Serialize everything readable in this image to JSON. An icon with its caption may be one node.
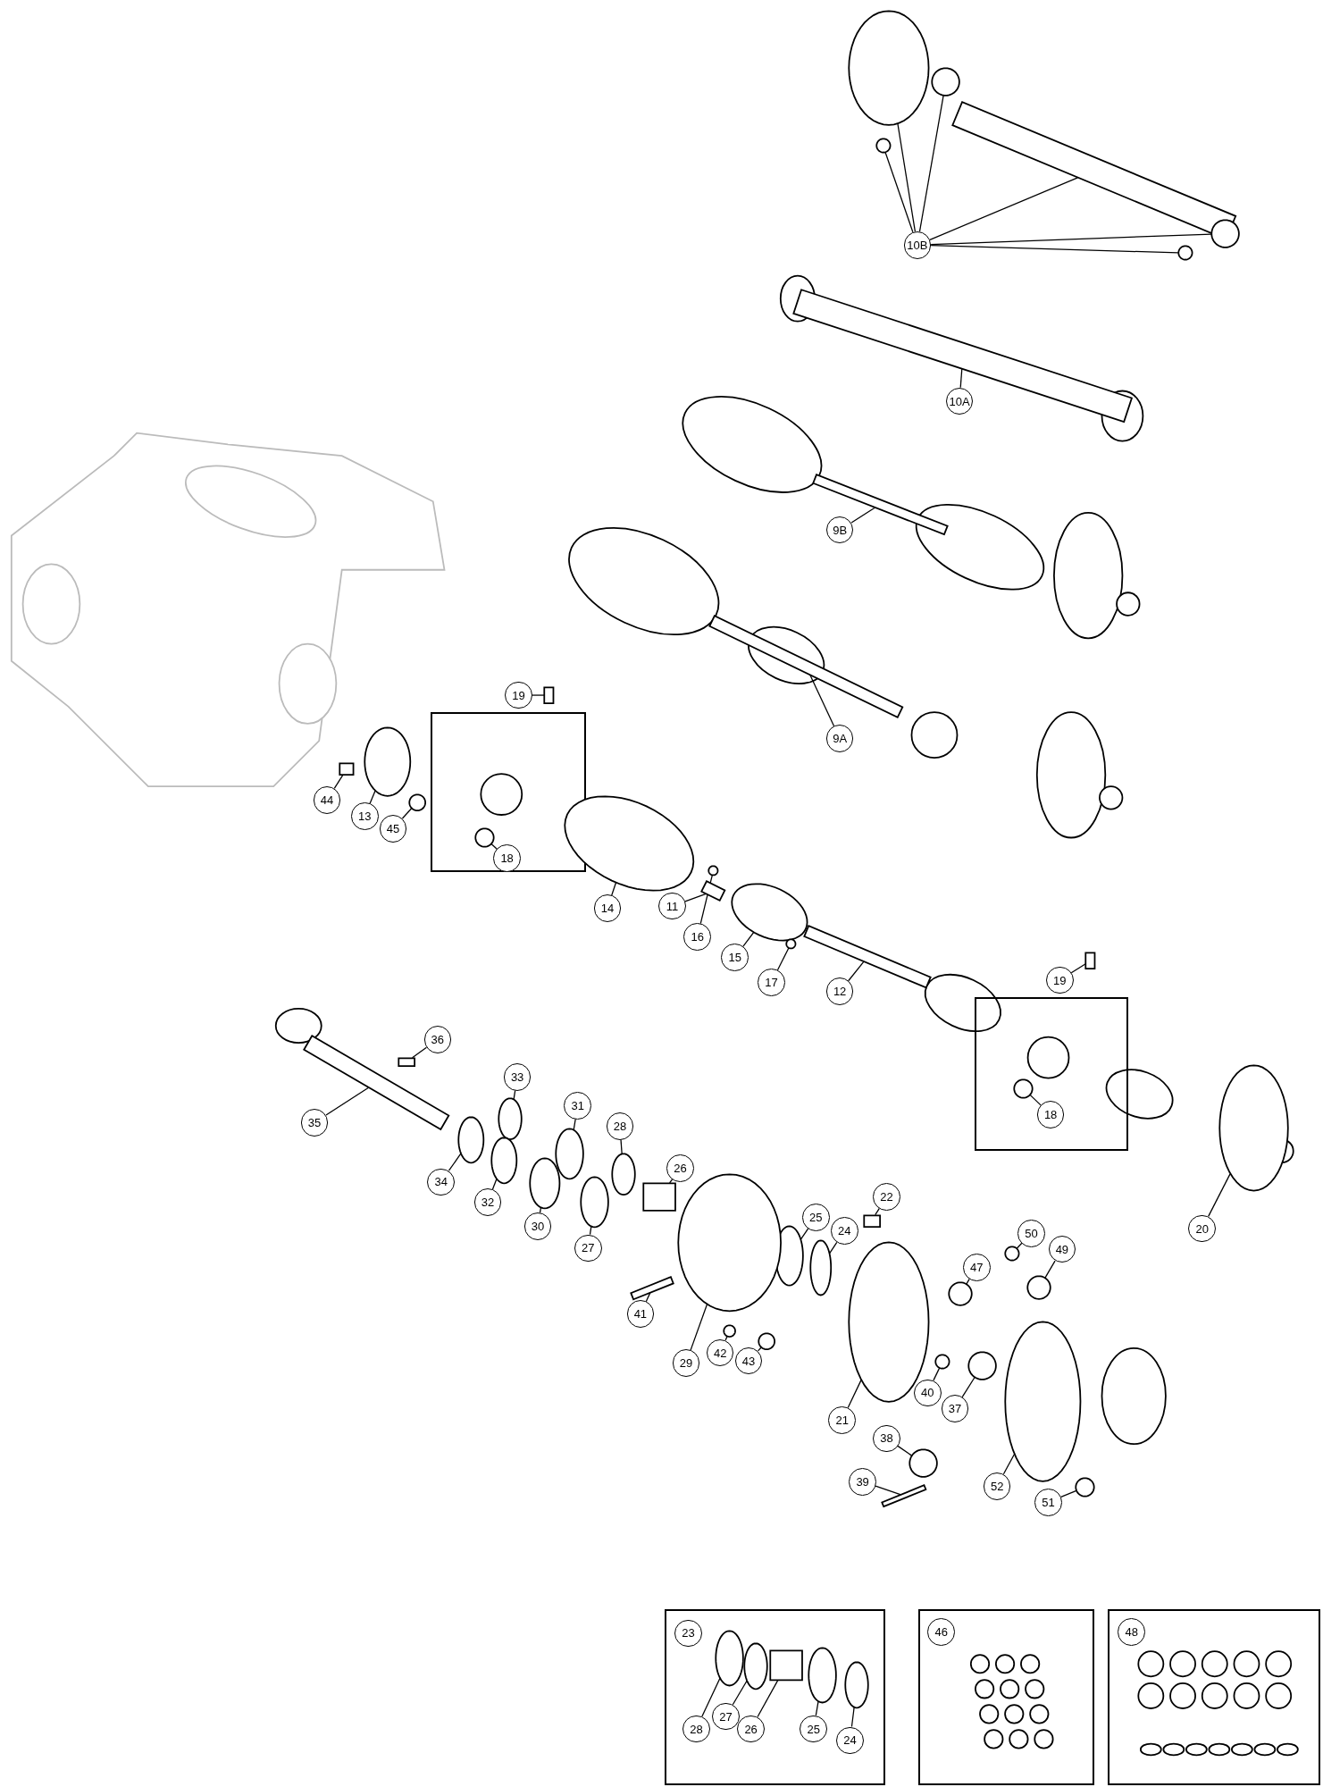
{
  "diagram": {
    "nodes": [
      {
        "text": [
          "10B"
        ]
      },
      {
        "text": [
          "10A"
        ]
      },
      {
        "text": [
          "9B"
        ]
      },
      {
        "text": [
          "9A"
        ]
      },
      {
        "text": [
          "19"
        ]
      },
      {
        "text": [
          "44"
        ]
      },
      {
        "text": [
          "13"
        ]
      },
      {
        "text": [
          "45"
        ]
      },
      {
        "text": [],
        "shape": "box"
      },
      {
        "text": [
          "18"
        ],
        "in": 8
      },
      {
        "text": [
          "14"
        ]
      },
      {
        "text": [
          "11"
        ]
      },
      {
        "text": [
          "16"
        ]
      },
      {
        "text": [
          "15"
        ]
      },
      {
        "text": [
          "17"
        ]
      },
      {
        "text": [
          "12"
        ]
      },
      {
        "text": [
          "19"
        ]
      },
      {
        "text": [],
        "shape": "box"
      },
      {
        "text": [
          "18"
        ],
        "in": 17
      },
      {
        "text": [
          "36"
        ]
      },
      {
        "text": [
          "33"
        ]
      },
      {
        "text": [
          "35"
        ]
      },
      {
        "text": [
          "31"
        ]
      },
      {
        "text": [
          "28"
        ]
      },
      {
        "text": [
          "34"
        ]
      },
      {
        "text": [
          "32"
        ]
      },
      {
        "text": [
          "26"
        ]
      },
      {
        "text": [
          "30"
        ]
      },
      {
        "text": [
          "27"
        ]
      },
      {
        "text": [
          "20"
        ]
      },
      {
        "text": [
          "25"
        ]
      },
      {
        "text": [
          "24"
        ]
      },
      {
        "text": [
          "22"
        ]
      },
      {
        "text": [
          "50"
        ]
      },
      {
        "text": [
          "49"
        ]
      },
      {
        "text": [
          "47"
        ]
      },
      {
        "text": [
          "41"
        ]
      },
      {
        "text": [
          "29"
        ]
      },
      {
        "text": [
          "42"
        ]
      },
      {
        "text": [
          "43"
        ]
      },
      {
        "text": [
          "40"
        ]
      },
      {
        "text": [
          "37"
        ]
      },
      {
        "text": [
          "21"
        ]
      },
      {
        "text": [
          "38"
        ]
      },
      {
        "text": [
          "39"
        ]
      },
      {
        "text": [
          "52"
        ]
      },
      {
        "text": [
          "51"
        ]
      },
      {
        "text": [],
        "shape": "box"
      },
      {
        "text": [
          "23"
        ],
        "in": 47
      },
      {
        "text": [
          "28"
        ],
        "in": 47
      },
      {
        "text": [
          "27"
        ],
        "in": 47
      },
      {
        "text": [
          "26"
        ],
        "in": 47
      },
      {
        "text": [
          "25"
        ],
        "in": 47
      },
      {
        "text": [
          "24"
        ],
        "in": 47
      },
      {
        "text": [],
        "shape": "box"
      },
      {
        "text": [
          "46"
        ],
        "in": 54
      },
      {
        "text": [],
        "shape": "box"
      },
      {
        "text": [
          "48"
        ],
        "in": 56
      },
      {
        "text": [],
        "shape": "circle"
      },
      {
        "text": [],
        "shape": "circle"
      },
      {
        "text": [],
        "shape": "ellipse"
      },
      {
        "text": [],
        "shape": "bar"
      },
      {
        "text": [],
        "shape": "circle"
      },
      {
        "text": [],
        "shape": "circle"
      },
      {
        "text": [],
        "shape": "bar"
      },
      {
        "text": [],
        "shape": "bar"
      },
      {
        "text": [],
        "shape": "bar"
      },
      {
        "text": [],
        "shape": "box"
      },
      {
        "text": [],
        "shape": "box"
      },
      {
        "text": [],
        "shape": "ellipse"
      },
      {
        "text": [],
        "shape": "circle"
      },
      {
        "text": [],
        "shape": "circle",
        "in": 8
      },
      {
        "text": [],
        "shape": "ellipse"
      },
      {
        "text": [],
        "shape": "bar"
      },
      {
        "text": [],
        "shape": "circle"
      },
      {
        "text": [],
        "shape": "ellipse"
      },
      {
        "text": [],
        "shape": "circle"
      },
      {
        "text": [],
        "shape": "bar"
      },
      {
        "text": [],
        "shape": "box"
      },
      {
        "text": [],
        "shape": "circle",
        "in": 17
      },
      {
        "text": [],
        "shape": "box"
      },
      {
        "text": [],
        "shape": "ellipse"
      },
      {
        "text": [],
        "shape": "bar"
      },
      {
        "text": [],
        "shape": "ellipse"
      },
      {
        "text": [],
        "shape": "ellipse"
      },
      {
        "text": [],
        "shape": "ellipse"
      },
      {
        "text": [],
        "shape": "ellipse"
      },
      {
        "text": [],
        "shape": "box"
      },
      {
        "text": [],
        "shape": "ellipse"
      },
      {
        "text": [],
        "shape": "ellipse"
      },
      {
        "text": [],
        "shape": "ellipse"
      },
      {
        "text": [],
        "shape": "ellipse"
      },
      {
        "text": [],
        "shape": "ellipse"
      },
      {
        "text": [],
        "shape": "box"
      },
      {
        "text": [],
        "shape": "circle"
      },
      {
        "text": [],
        "shape": "circle"
      },
      {
        "text": [],
        "shape": "circle"
      },
      {
        "text": [],
        "shape": "bar"
      },
      {
        "text": [],
        "shape": "ellipse"
      },
      {
        "text": [],
        "shape": "circle"
      },
      {
        "text": [],
        "shape": "circle"
      },
      {
        "text": [],
        "shape": "circle"
      },
      {
        "text": [],
        "shape": "circle"
      },
      {
        "text": [],
        "shape": "ellipse"
      },
      {
        "text": [],
        "shape": "circle"
      },
      {
        "text": [],
        "shape": "bar"
      },
      {
        "text": [],
        "shape": "ellipse"
      },
      {
        "text": [],
        "shape": "circle"
      },
      {
        "text": [],
        "shape": "ellipse",
        "in": 47
      },
      {
        "text": [],
        "shape": "ellipse",
        "in": 47
      },
      {
        "text": [],
        "shape": "box",
        "in": 47
      },
      {
        "text": [],
        "shape": "ellipse",
        "in": 47
      },
      {
        "text": [],
        "shape": "ellipse",
        "in": 47
      }
    ],
    "edges": [
      {
        "from": 0,
        "to": 58,
        "arrow": "none"
      },
      {
        "from": 0,
        "to": 59,
        "arrow": "none"
      },
      {
        "from": 0,
        "to": 60,
        "arrow": "none"
      },
      {
        "from": 0,
        "to": 61,
        "arrow": "none"
      },
      {
        "from": 0,
        "to": 62,
        "arrow": "none"
      },
      {
        "from": 0,
        "to": 63,
        "arrow": "none"
      },
      {
        "from": 1,
        "to": 64,
        "arrow": "none"
      },
      {
        "from": 2,
        "to": 65,
        "arrow": "none"
      },
      {
        "from": 3,
        "to": 66,
        "arrow": "none"
      },
      {
        "from": 4,
        "to": 67,
        "arrow": "none"
      },
      {
        "from": 5,
        "to": 68,
        "arrow": "none"
      },
      {
        "from": 6,
        "to": 69,
        "arrow": "none"
      },
      {
        "from": 7,
        "to": 70,
        "arrow": "none"
      },
      {
        "from": 9,
        "to": 71,
        "arrow": "none"
      },
      {
        "from": 10,
        "to": 72,
        "arrow": "none"
      },
      {
        "from": 11,
        "to": 73,
        "arrow": "none"
      },
      {
        "from": 12,
        "to": 74,
        "arrow": "none"
      },
      {
        "from": 13,
        "to": 75,
        "arrow": "none"
      },
      {
        "from": 14,
        "to": 76,
        "arrow": "none"
      },
      {
        "from": 15,
        "to": 77,
        "arrow": "none"
      },
      {
        "from": 16,
        "to": 78,
        "arrow": "none"
      },
      {
        "from": 18,
        "to": 79,
        "arrow": "none"
      },
      {
        "from": 19,
        "to": 80,
        "arrow": "none"
      },
      {
        "from": 20,
        "to": 81,
        "arrow": "none"
      },
      {
        "from": 21,
        "to": 82,
        "arrow": "none"
      },
      {
        "from": 22,
        "to": 83,
        "arrow": "none"
      },
      {
        "from": 23,
        "to": 84,
        "arrow": "none"
      },
      {
        "from": 24,
        "to": 85,
        "arrow": "none"
      },
      {
        "from": 25,
        "to": 86,
        "arrow": "none"
      },
      {
        "from": 26,
        "to": 87,
        "arrow": "none"
      },
      {
        "from": 27,
        "to": 88,
        "arrow": "none"
      },
      {
        "from": 28,
        "to": 89,
        "arrow": "none"
      },
      {
        "from": 29,
        "to": 90,
        "arrow": "none"
      },
      {
        "from": 30,
        "to": 91,
        "arrow": "none"
      },
      {
        "from": 31,
        "to": 92,
        "arrow": "none"
      },
      {
        "from": 32,
        "to": 93,
        "arrow": "none"
      },
      {
        "from": 33,
        "to": 94,
        "arrow": "none"
      },
      {
        "from": 34,
        "to": 95,
        "arrow": "none"
      },
      {
        "from": 35,
        "to": 96,
        "arrow": "none"
      },
      {
        "from": 36,
        "to": 97,
        "arrow": "none"
      },
      {
        "from": 37,
        "to": 98,
        "arrow": "none"
      },
      {
        "from": 38,
        "to": 99,
        "arrow": "none"
      },
      {
        "from": 39,
        "to": 100,
        "arrow": "none"
      },
      {
        "from": 40,
        "to": 101,
        "arrow": "none"
      },
      {
        "from": 41,
        "to": 102,
        "arrow": "none"
      },
      {
        "from": 42,
        "to": 103,
        "arrow": "none"
      },
      {
        "from": 43,
        "to": 104,
        "arrow": "none"
      },
      {
        "from": 44,
        "to": 105,
        "arrow": "none"
      },
      {
        "from": 45,
        "to": 106,
        "arrow": "none"
      },
      {
        "from": 46,
        "to": 107,
        "arrow": "none"
      },
      {
        "from": 49,
        "to": 108,
        "arrow": "none"
      },
      {
        "from": 50,
        "to": 109,
        "arrow": "none"
      },
      {
        "from": 51,
        "to": 110,
        "arrow": "none"
      },
      {
        "from": 52,
        "to": 111,
        "arrow": "none"
      },
      {
        "from": 53,
        "to": 112,
        "arrow": "none"
      }
    ]
  }
}
